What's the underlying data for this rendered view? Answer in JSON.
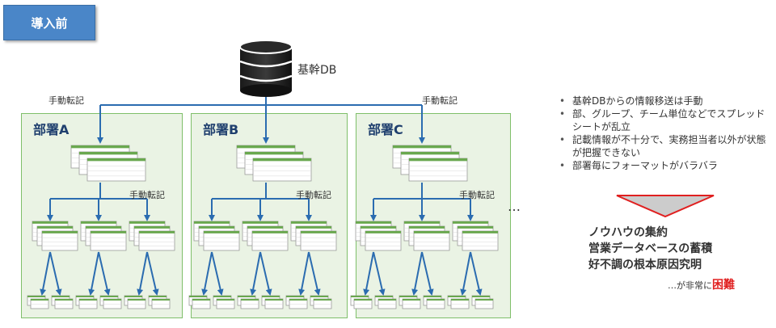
{
  "header": {
    "tag_label": "導入前"
  },
  "database": {
    "label": "基幹DB",
    "icon": "database-icon"
  },
  "top_transfer_label": "手動転記",
  "departments": [
    {
      "name": "部署A",
      "transfer_label": "手動転記"
    },
    {
      "name": "部署B",
      "transfer_label": "手動転記"
    },
    {
      "name": "部署C",
      "transfer_label": "手動転記"
    }
  ],
  "ellipsis": "…",
  "issues": [
    "基幹DBからの情報移送は手動",
    "部、グループ、チーム単位などでスプレッドシートが乱立",
    "記載情報が不十分で、実務担当者以外が状態が把握できない",
    "部署毎にフォーマットがバラバラ"
  ],
  "conclusion": {
    "lines": [
      "ノウハウの集約",
      "営業データベースの蓄積",
      "好不調の根本原因究明"
    ],
    "difficulty_prefix": "…が非常に",
    "difficulty_word": "困難"
  },
  "colors": {
    "accent_blue": "#4a86c8",
    "arrow_blue": "#2b6cb0",
    "dept_border": "#7fbf6a",
    "dept_fill": "#eaf3e4",
    "alert_red": "#e02020"
  }
}
